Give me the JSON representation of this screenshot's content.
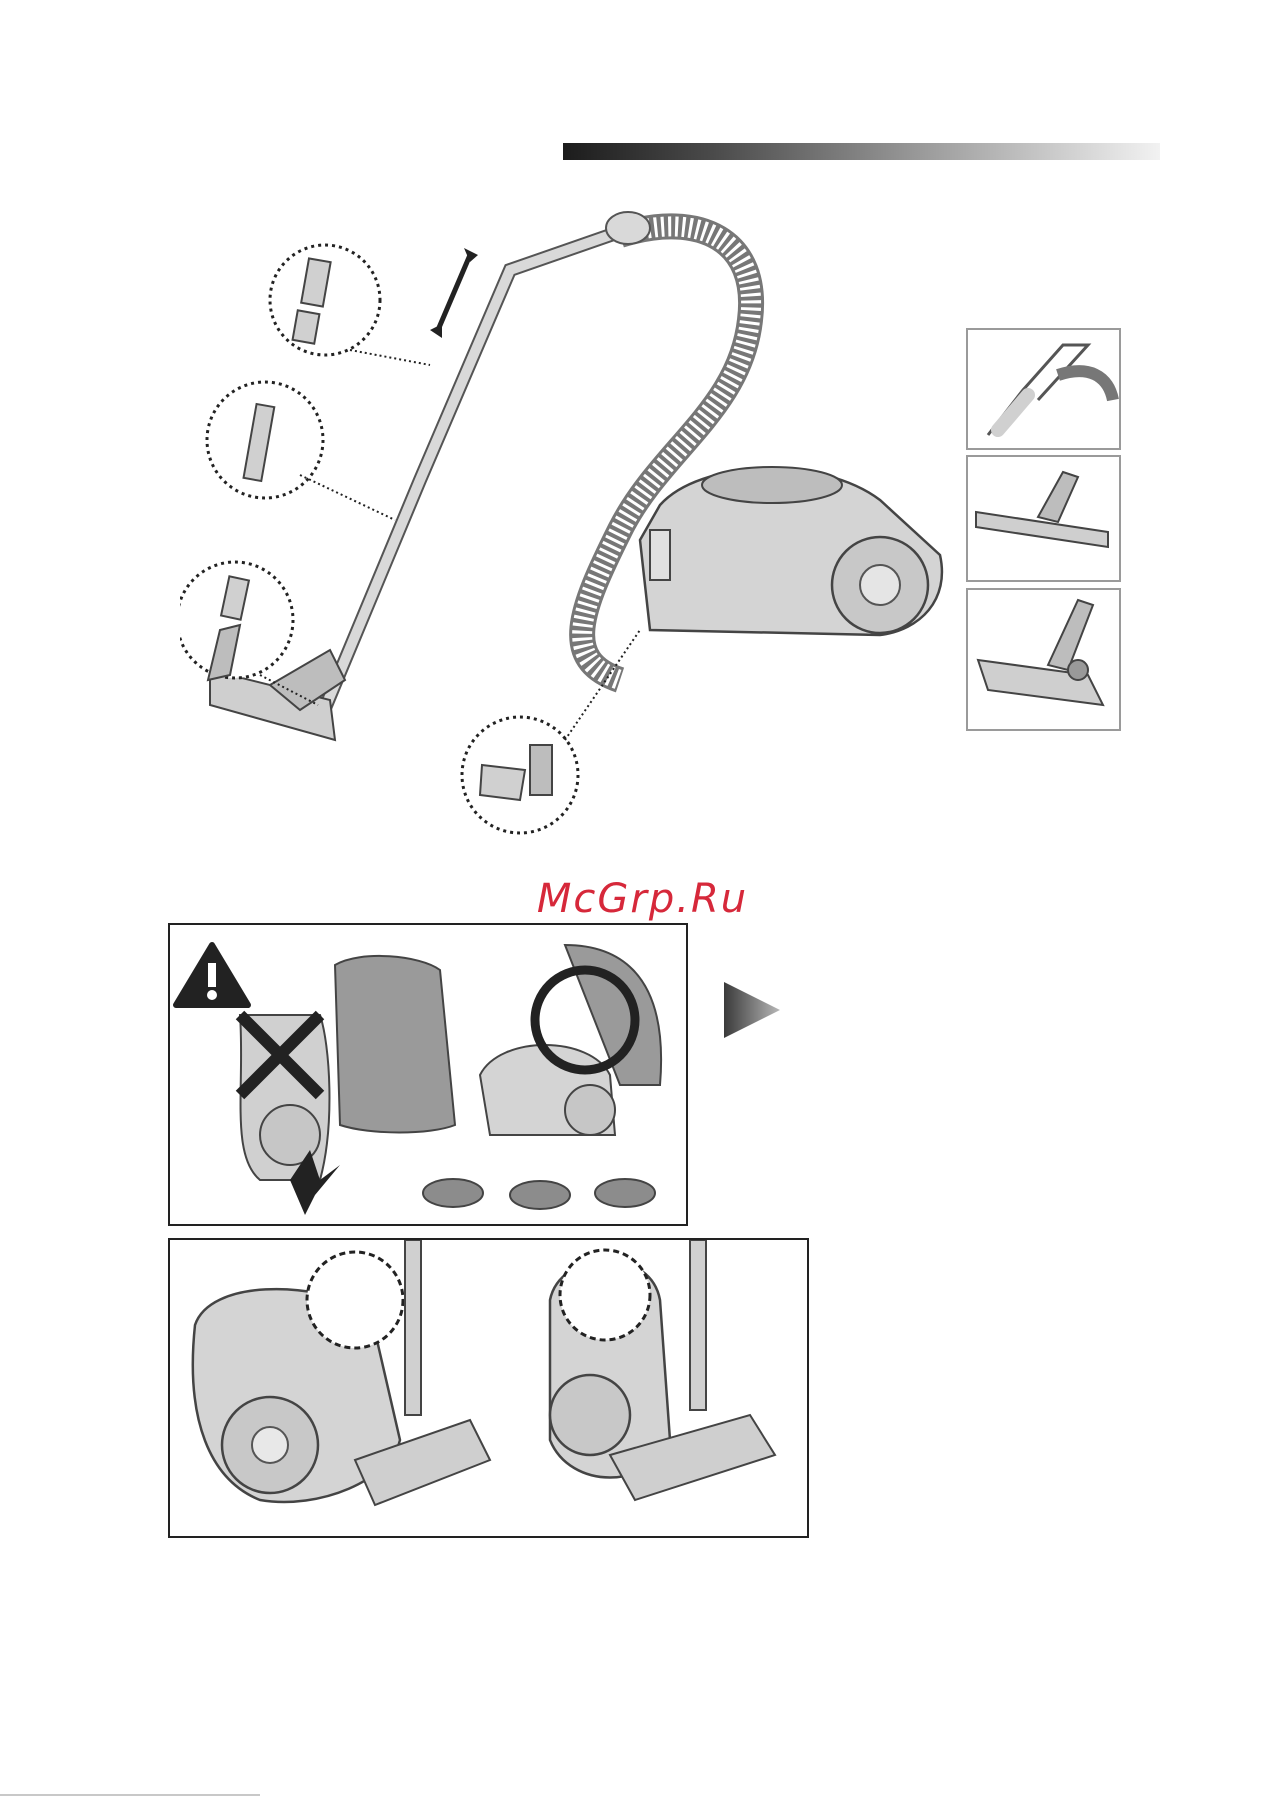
{
  "header": {
    "bar_colors": [
      "#1c1c1c",
      "#9a9a9a",
      "#f2f2f2"
    ]
  },
  "watermark": {
    "text": "McGrp.Ru",
    "color": "#d6283a"
  },
  "figures": {
    "assembly": {
      "icon": "vacuum-assembly-illustration"
    },
    "accessories": [
      {
        "icon": "hose-handle-icon"
      },
      {
        "icon": "floor-brush-icon"
      },
      {
        "icon": "combination-nozzle-icon"
      }
    ],
    "warning": {
      "icon": "warning-triangle-icon",
      "wrong": "cross-mark-icon",
      "right": "circle-mark-icon"
    },
    "arrow": {
      "icon": "play-arrow-icon"
    },
    "storage": {
      "icon": "storage-parking-illustration"
    }
  },
  "footer": {
    "text": ""
  }
}
